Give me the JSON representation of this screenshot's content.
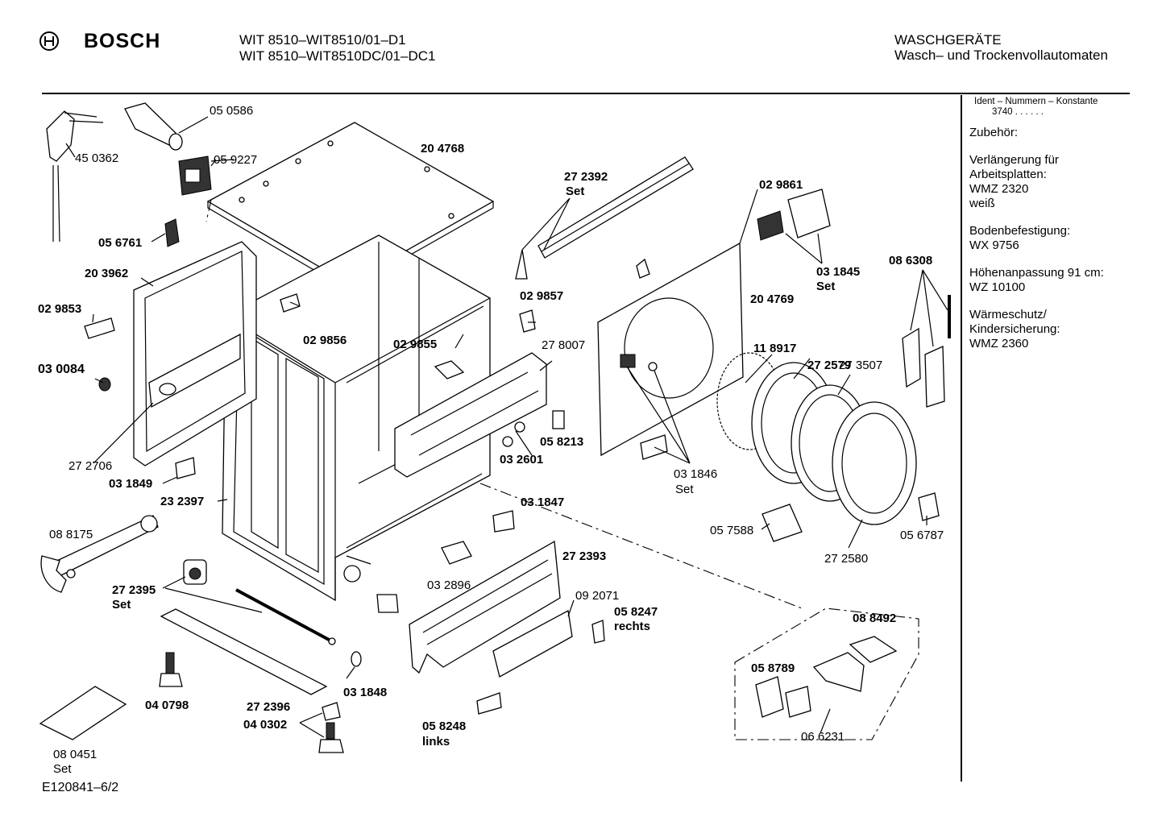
{
  "header": {
    "brand": "BOSCH",
    "model_line_1": "WIT 8510–WIT8510/01–D1",
    "model_line_2": "WIT 8510–WIT8510DC/01–DC1",
    "category": "WASCHGERÄTE",
    "subcategory": "Wasch– und Trockenvollautomaten"
  },
  "sidebar": {
    "ident_label": "Ident – Nummern – Konstante",
    "ident_value": "3740  .  .  .  .  .  .",
    "zubehoer_title": "Zubehör:",
    "groups": [
      [
        "Verlängerung für",
        "Arbeitsplatten:",
        "WMZ 2320",
        "weiß"
      ],
      [
        "Bodenbefestigung:",
        "WX 9756"
      ],
      [
        "Höhenanpassung 91 cm:",
        "WZ 10100"
      ],
      [
        "Wärmeschutz/",
        "Kindersicherung:",
        "WMZ 2360"
      ]
    ]
  },
  "footer": {
    "drawing_id": "E120841–6/2"
  },
  "parts": {
    "p050586": "05 0586",
    "p450362": "45 0362",
    "p059227": "05 9227",
    "p204768": "20 4768",
    "p272392": "27 2392",
    "p272392_set": "Set",
    "p056761": "05 6761",
    "p203962": "20 3962",
    "p029853": "02 9853",
    "p300084": "03 0084",
    "p272706": "27 2706",
    "p031849": "03 1849",
    "p232397": "23 2397",
    "p088175": "08 8175",
    "p272395": "27 2395",
    "p272395_set": "Set",
    "p040798": "04 0798",
    "p080451": "08 0451",
    "p080451_set": "Set",
    "p272396": "27 2396",
    "p040302": "04 0302",
    "p031848": "03 1848",
    "p029856": "02 9856",
    "p029855": "02 9855",
    "p029857": "02 9857",
    "p278007": "27 8007",
    "p058213": "05 8213",
    "p032601": "03 2601",
    "p031847": "03 1847",
    "p032896": "03 2896",
    "p272393": "27 2393",
    "p092071": "09 2071",
    "p058247": "05 8247",
    "p058247_side": "rechts",
    "p058248": "05 8248",
    "p058248_side": "links",
    "p029861": "02 9861",
    "p031845": "03 1845",
    "p031845_set": "Set",
    "p204769": "20 4769",
    "p118917": "11 8917",
    "p272579": "27 2579",
    "p273507": "27 3507",
    "p031846": "03 1846",
    "p031846_set": "Set",
    "p057588": "05 7588",
    "p272580": "27 2580",
    "p086308": "08 6308",
    "p056787": "05 6787",
    "p088492": "08 8492",
    "p058789": "05 8789",
    "p066231": "06 6231"
  },
  "colors": {
    "ink": "#000000",
    "paper": "#ffffff"
  }
}
